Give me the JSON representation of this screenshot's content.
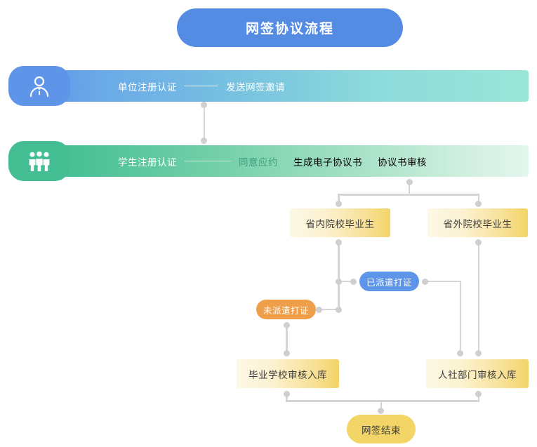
{
  "title": {
    "text": "网签协议流程"
  },
  "stages": [
    {
      "id": "org",
      "icon": "person-info-icon",
      "icon_color": "#5e95e8",
      "steps": [
        "单位注册认证",
        "发送网签邀请"
      ]
    },
    {
      "id": "student",
      "icon": "group-people-icon",
      "icon_color": "#43bd92",
      "steps": [
        "学生注册认证",
        "同意应约",
        "生成电子协议书",
        "协议书审核"
      ]
    }
  ],
  "nodes": {
    "in_province": "省内院校毕业生",
    "out_province": "省外院校毕业生",
    "dispatched": "已派遣打证",
    "undispatched": "未派遣打证",
    "school_archive": "毕业学校审核入库",
    "hr_archive": "人社部门审核入库",
    "finish": "网签结束"
  },
  "colors": {
    "title_pill": "#548ce4",
    "band_org_start": "#5e95e8",
    "band_org_end": "#99e6d8",
    "band_student_start": "#43bd92",
    "band_student_end": "#e3f6ec",
    "node_yellow_start": "#fdf8e6",
    "node_yellow_end": "#f3d467",
    "pill_blue": "#5e95e8",
    "pill_orange": "#ef9f4a",
    "end_yellow": "#f2d467",
    "connector": "#d5d5d5"
  }
}
